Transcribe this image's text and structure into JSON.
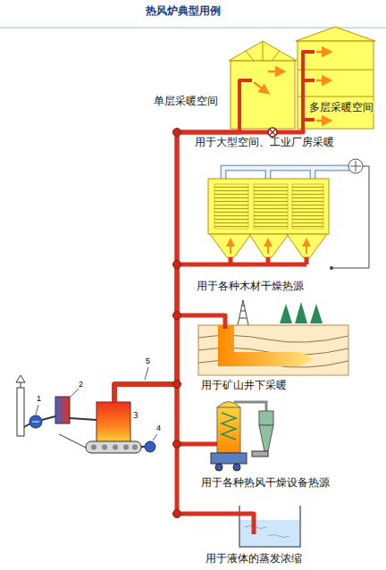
{
  "diagram": {
    "title": "热风炉典型用例",
    "nodes": [
      {
        "text": [
          "用于大型空间、工业厂房采暖"
        ]
      },
      {
        "text": [
          "单层采暖空间"
        ],
        "in": 0
      },
      {
        "text": [
          "多层采暖空间"
        ],
        "in": 0
      },
      {
        "text": [
          "用于各种木材干燥热源"
        ]
      },
      {
        "text": [
          "用于矿山井下采暖"
        ]
      },
      {
        "text": [
          "用于各种热风干燥设备热源"
        ]
      },
      {
        "text": [
          "用于液体的蒸发浓缩"
        ]
      },
      {
        "text": [
          "3"
        ]
      }
    ],
    "edges": [
      {
        "from": 7,
        "to": 1,
        "arrow": "none"
      },
      {
        "from": 7,
        "to": 2,
        "arrow": "none"
      },
      {
        "from": 7,
        "to": 3,
        "arrow": "none"
      },
      {
        "from": 7,
        "to": 4,
        "arrow": "none"
      },
      {
        "from": 7,
        "to": 5,
        "arrow": "none"
      },
      {
        "from": 7,
        "to": 6,
        "arrow": "none"
      }
    ],
    "labels": [
      "1",
      "2",
      "4",
      "5"
    ]
  }
}
